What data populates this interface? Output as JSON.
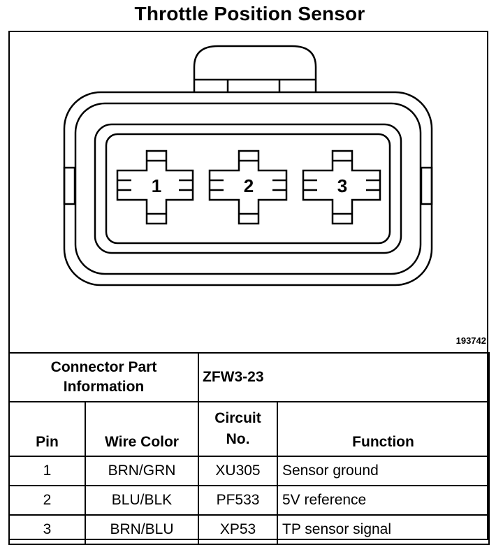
{
  "title": "Throttle Position Sensor",
  "figure_id": "193742",
  "connector": {
    "pins": [
      {
        "number": "1"
      },
      {
        "number": "2"
      },
      {
        "number": "3"
      }
    ]
  },
  "part_info": {
    "label_line1": "Connector Part",
    "label_line2": "Information",
    "value": "ZFW3-23"
  },
  "table": {
    "headers": {
      "pin": "Pin",
      "wire_color": "Wire Color",
      "circuit_line1": "Circuit",
      "circuit_line2": "No.",
      "function": "Function"
    },
    "rows": [
      {
        "pin": "1",
        "wire_color": "BRN/GRN",
        "circuit": "XU305",
        "function": "Sensor ground"
      },
      {
        "pin": "2",
        "wire_color": "BLU/BLK",
        "circuit": "PF533",
        "function": "5V reference"
      },
      {
        "pin": "3",
        "wire_color": "BRN/BLU",
        "circuit": "XP53",
        "function": "TP sensor signal"
      }
    ]
  }
}
